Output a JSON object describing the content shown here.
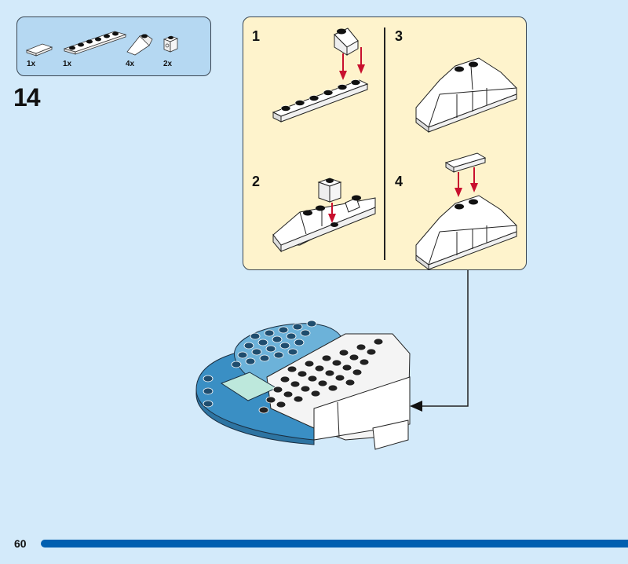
{
  "parts_list": {
    "items": [
      {
        "name": "white-tile-1x2",
        "qty": "1x"
      },
      {
        "name": "white-plate-1x6",
        "qty": "1x"
      },
      {
        "name": "white-slope-2x1",
        "qty": "4x"
      },
      {
        "name": "white-brick-1x1-with-stud-side",
        "qty": "2x"
      }
    ]
  },
  "step": {
    "number": "14"
  },
  "callout": {
    "substeps": [
      {
        "number": "1"
      },
      {
        "number": "2"
      },
      {
        "number": "3"
      },
      {
        "number": "4"
      }
    ]
  },
  "footer": {
    "page_number": "60",
    "progress_color": "#005fb0"
  },
  "colors": {
    "background": "#d3eafa",
    "parts_box": "#b5d8f2",
    "callout_box": "#fef3cc",
    "arrow_red": "#c8102e",
    "brick_blue": "#3a8fc4",
    "brick_lightblue": "#6cb2d9",
    "brick_transclear": "#bde8dc"
  }
}
